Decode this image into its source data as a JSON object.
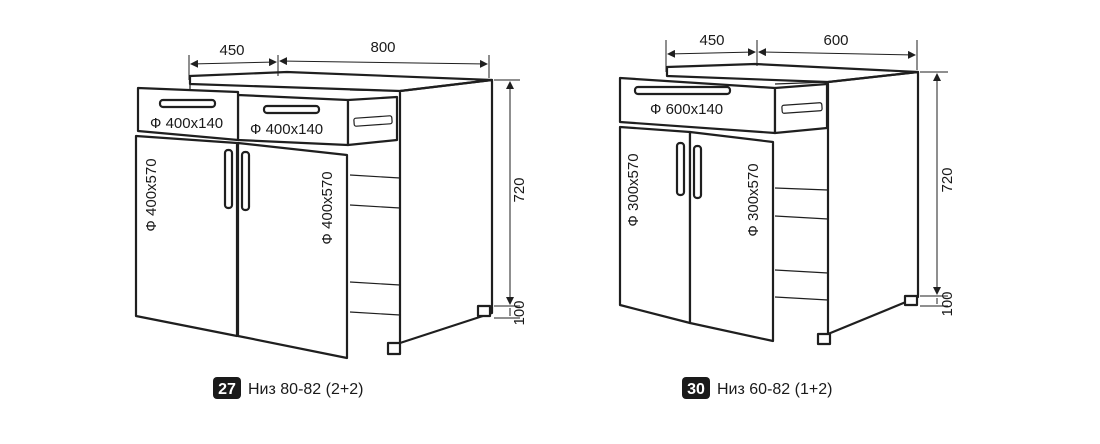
{
  "cabinet_27": {
    "badge": "27",
    "caption": "Низ 80-82 (2+2)",
    "dim_width_left": "450",
    "dim_width_right": "800",
    "dim_height": "720",
    "dim_plinth": "100",
    "drawer_left_label": "Ф 400x140",
    "drawer_right_label": "Ф 400x140",
    "door_left_label": "Ф 400x570",
    "door_right_label": "Ф 400x570"
  },
  "cabinet_30": {
    "badge": "30",
    "caption": "Низ 60-82 (1+2)",
    "dim_width_left": "450",
    "dim_width_right": "600",
    "dim_height": "720",
    "dim_plinth": "100",
    "drawer_label": "Ф 600x140",
    "door_left_label": "Ф 300x570",
    "door_right_label": "Ф 300x570"
  },
  "colors": {
    "line": "#1f1f1f",
    "badge": "#1a1a1a"
  }
}
